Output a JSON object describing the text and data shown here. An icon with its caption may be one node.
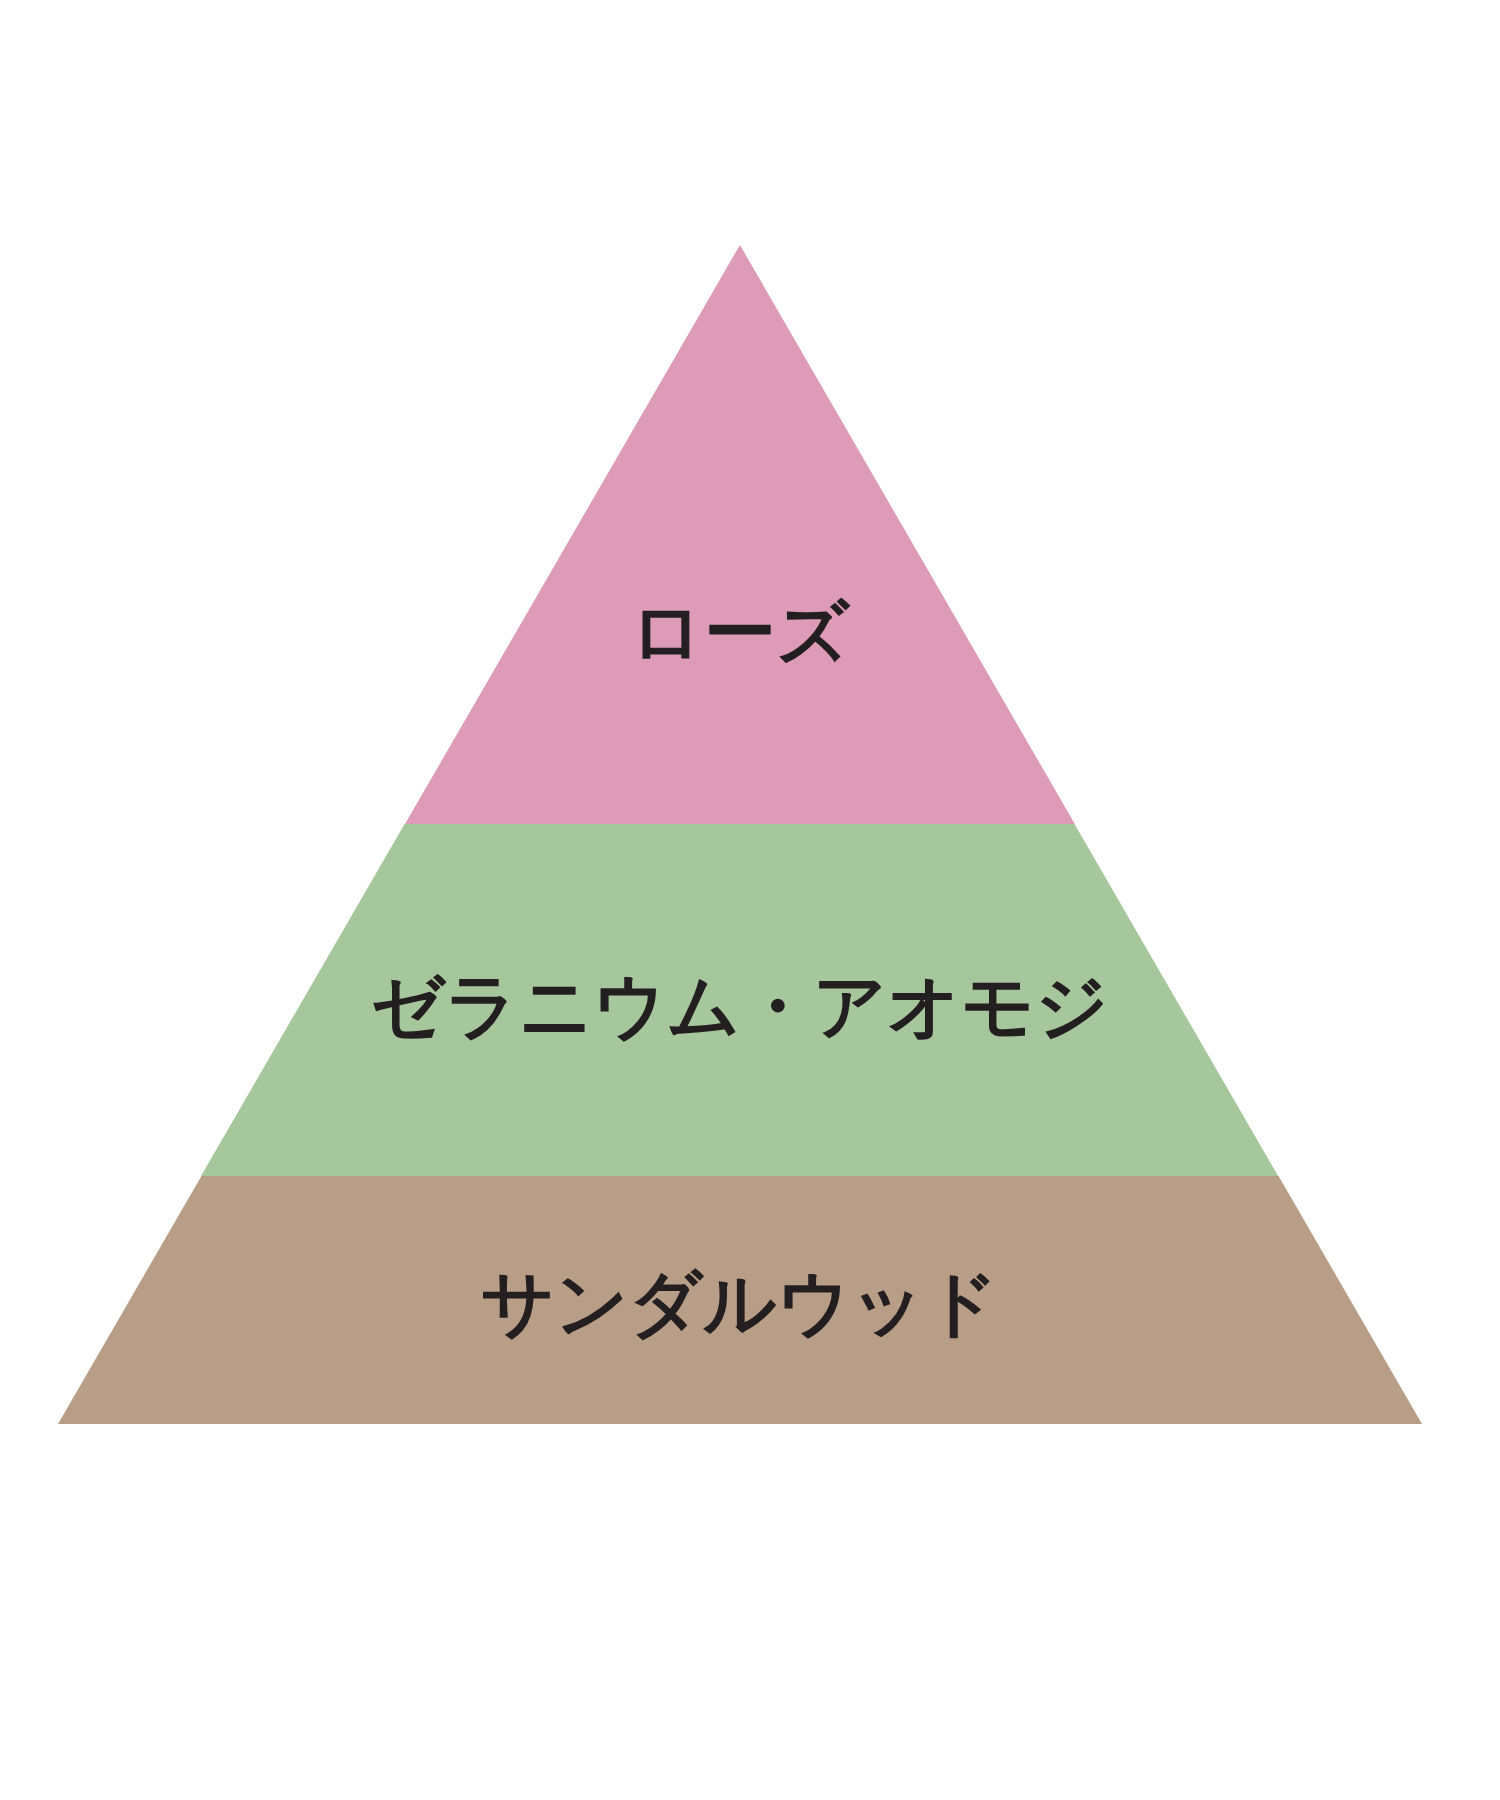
{
  "diagram": {
    "nodes": [
      {
        "text": [
          "ローズ"
        ]
      },
      {
        "text": [
          "ゼラニウム・アオモジ"
        ]
      },
      {
        "text": [
          "サンダルウッド"
        ]
      }
    ]
  }
}
